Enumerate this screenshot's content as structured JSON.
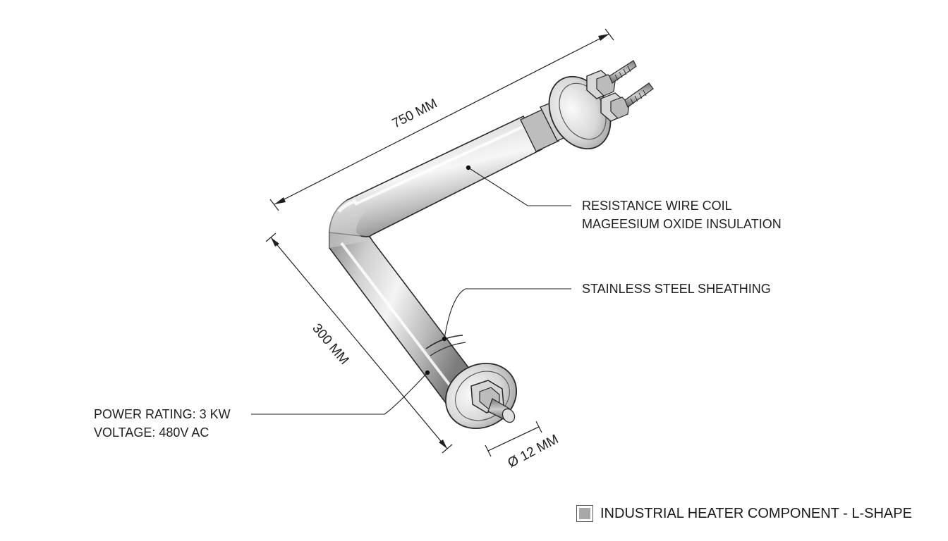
{
  "labels": {
    "resistance_wire": "RESISTANCE WIRE COIL",
    "insulation": "MAGEESIUM OXIDE INSULATION",
    "sheathing": "STAINLESS STEEL SHEATHING",
    "power_rating": "POWER RATING: 3 KW",
    "voltage": "VOLTAGE: 480V AC"
  },
  "dimensions": {
    "length_long": "750 MM",
    "length_short": "300 MM",
    "diameter": "Ø 12 MM"
  },
  "legend": {
    "text": "INDUSTRIAL HEATER COMPONENT - L-SHAPE",
    "swatch_color": "#a8a8a8"
  },
  "colors": {
    "metal_light": "#f2f2f2",
    "metal_mid": "#c4c4c4",
    "metal_dark": "#8a8a8a",
    "outline": "#2a2a2a"
  }
}
